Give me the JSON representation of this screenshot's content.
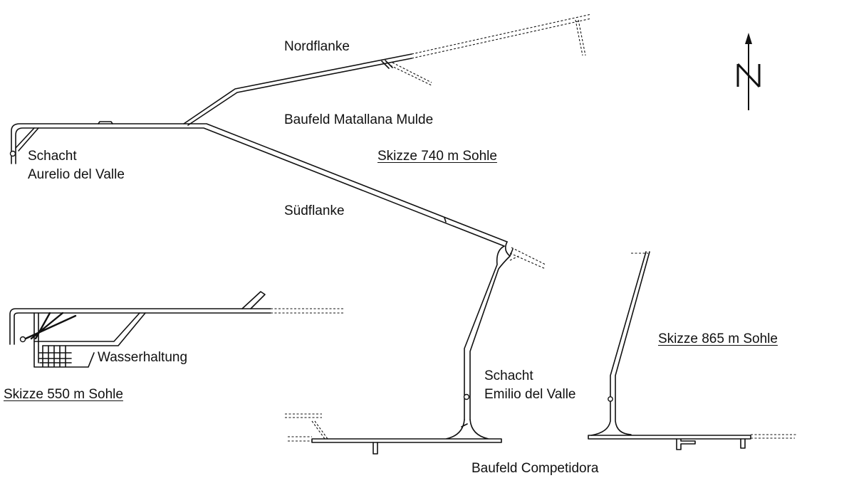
{
  "labels": {
    "nordflanke": "Nordflanke",
    "baufeld_matallana": "Baufeld Matallana Mulde",
    "skizze_740": "Skizze 740 m Sohle",
    "suedflanke": "Südflanke",
    "schacht_aurelio_1": "Schacht",
    "schacht_aurelio_2": "Aurelio del Valle",
    "wasserhaltung": "Wasserhaltung",
    "skizze_550": "Skizze 550 m Sohle",
    "schacht_emilio_1": "Schacht",
    "schacht_emilio_2": "Emilio del Valle",
    "skizze_865": "Skizze 865 m Sohle",
    "baufeld_competidora": "Baufeld Competidora"
  },
  "north_arrow_letter": "N"
}
